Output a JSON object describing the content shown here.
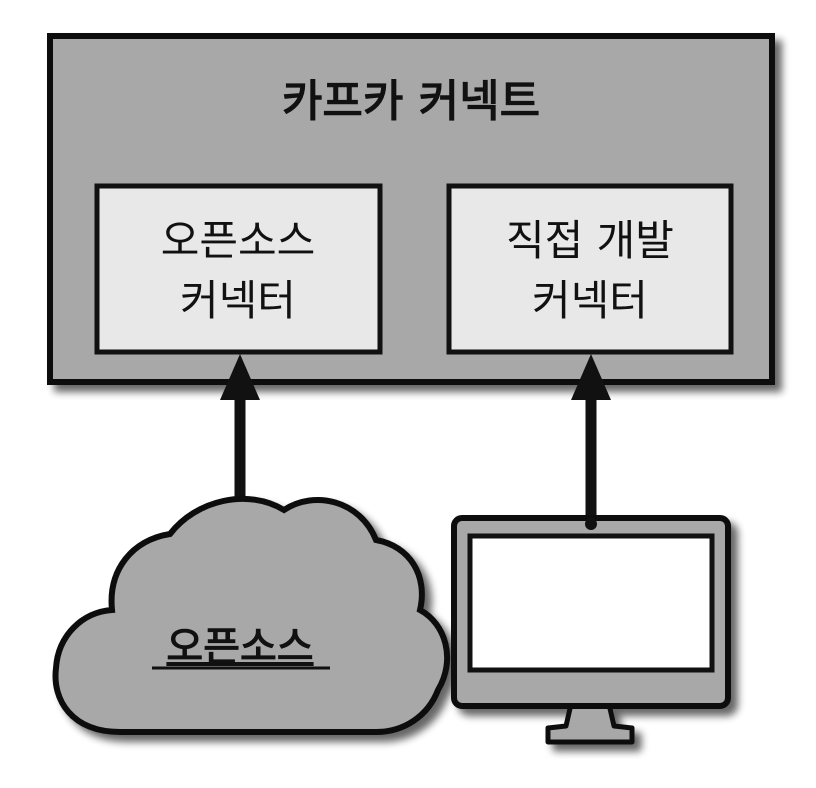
{
  "diagram": {
    "title": "카프카 커넥트",
    "open_source_connector": {
      "line1": "오픈소스",
      "line2": "커넥터"
    },
    "custom_connector": {
      "line1": "직접 개발",
      "line2": "커넥터"
    },
    "cloud_label": "오픈소스",
    "colors": {
      "container_fill": "#a8a8a8",
      "box_fill": "#e8e8e8",
      "cloud_fill": "#a8a8a8",
      "monitor_frame": "#a8a8a8",
      "monitor_screen": "#ffffff",
      "stroke": "#111111",
      "shadow": "#555555"
    },
    "icons": {
      "cloud": "cloud-icon",
      "monitor": "monitor-icon",
      "arrow": "arrow-up-icon"
    }
  }
}
